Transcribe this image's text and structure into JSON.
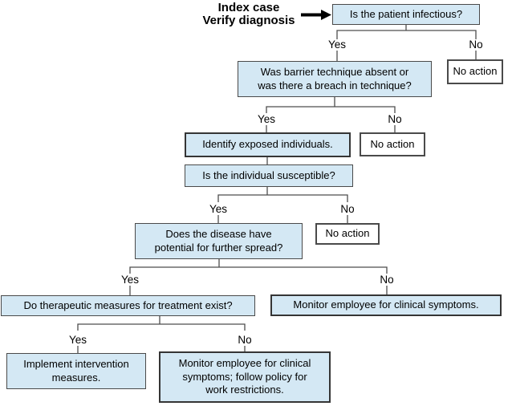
{
  "diagram": {
    "index_case": {
      "line1": "Index case",
      "line2": "Verify diagnosis"
    },
    "labels": {
      "yes": "Yes",
      "no": "No"
    },
    "nodes": {
      "q_infectious": {
        "lines": [
          "Is the patient infectious?"
        ]
      },
      "no_action_1": {
        "lines": [
          "No action"
        ]
      },
      "q_barrier": {
        "lines": [
          "Was barrier technique absent or",
          "was there a breach in technique?"
        ]
      },
      "identify_exposed": {
        "lines": [
          "Identify exposed individuals."
        ]
      },
      "no_action_2": {
        "lines": [
          "No action"
        ]
      },
      "q_susceptible": {
        "lines": [
          "Is the individual susceptible?"
        ]
      },
      "q_spread": {
        "lines": [
          "Does the disease have",
          "potential for further spread?"
        ]
      },
      "no_action_3": {
        "lines": [
          "No action"
        ]
      },
      "q_therapeutic": {
        "lines": [
          "Do therapeutic measures for treatment exist?"
        ]
      },
      "monitor_symptoms": {
        "lines": [
          "Monitor employee for clinical symptoms."
        ]
      },
      "implement_intervention": {
        "lines": [
          "Implement intervention",
          "measures."
        ]
      },
      "monitor_restrictions": {
        "lines": [
          "Monitor employee for clinical",
          "symptoms; follow policy for",
          "work restrictions."
        ]
      }
    },
    "edges": [
      {
        "from": "index_case",
        "to": "q_infectious",
        "label": ""
      },
      {
        "from": "q_infectious",
        "to": "q_barrier",
        "label": "Yes"
      },
      {
        "from": "q_infectious",
        "to": "no_action_1",
        "label": "No"
      },
      {
        "from": "q_barrier",
        "to": "identify_exposed",
        "label": "Yes"
      },
      {
        "from": "q_barrier",
        "to": "no_action_2",
        "label": "No"
      },
      {
        "from": "identify_exposed",
        "to": "q_susceptible",
        "label": ""
      },
      {
        "from": "q_susceptible",
        "to": "q_spread",
        "label": "Yes"
      },
      {
        "from": "q_susceptible",
        "to": "no_action_3",
        "label": "No"
      },
      {
        "from": "q_spread",
        "to": "q_therapeutic",
        "label": "Yes"
      },
      {
        "from": "q_spread",
        "to": "monitor_symptoms",
        "label": "No"
      },
      {
        "from": "q_therapeutic",
        "to": "implement_intervention",
        "label": "Yes"
      },
      {
        "from": "q_therapeutic",
        "to": "monitor_restrictions",
        "label": "No"
      }
    ],
    "colors": {
      "background": "#ffffff",
      "node_fill": "#d4e8f4",
      "node_border": "#4a4a4a",
      "emphasis_border": "#353535",
      "line": "#4d4d4d",
      "arrow": "#000000",
      "text": "#000000"
    }
  }
}
